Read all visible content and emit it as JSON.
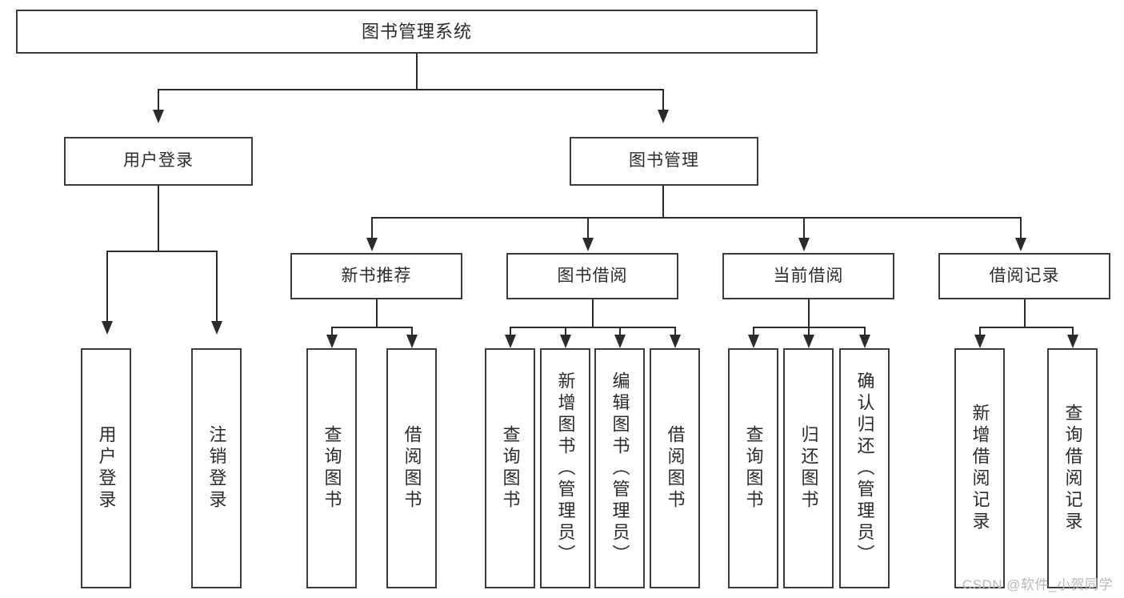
{
  "diagram": {
    "title": "图书管理系统",
    "type": "tree",
    "watermark": "CSDN @软件_小贺同学",
    "colors": {
      "box_border": "#3b3b3b",
      "connector": "#2b2b2b",
      "text": "#2b2b2b",
      "background": "#ffffff",
      "watermark": "#b9b9b9"
    },
    "nodes": {
      "root": {
        "label": "图书管理系统"
      },
      "level2": [
        {
          "label": "用户登录"
        },
        {
          "label": "图书管理"
        }
      ],
      "level3": [
        {
          "label": "新书推荐"
        },
        {
          "label": "图书借阅"
        },
        {
          "label": "当前借阅"
        },
        {
          "label": "借阅记录"
        }
      ],
      "leaves": {
        "user_login": [
          {
            "label": "用户登录"
          },
          {
            "label": "注销登录"
          }
        ],
        "new_book_recommend": [
          {
            "label": "查询图书"
          },
          {
            "label": "借阅图书"
          }
        ],
        "book_borrow": [
          {
            "label": "查询图书"
          },
          {
            "label": "新增图书（管理员）"
          },
          {
            "label": "编辑图书（管理员）"
          },
          {
            "label": "借阅图书"
          }
        ],
        "current_borrow": [
          {
            "label": "查询图书"
          },
          {
            "label": "归还图书"
          },
          {
            "label": "确认归还（管理员）"
          }
        ],
        "borrow_record": [
          {
            "label": "新增借阅记录"
          },
          {
            "label": "查询借阅记录"
          }
        ]
      }
    }
  }
}
